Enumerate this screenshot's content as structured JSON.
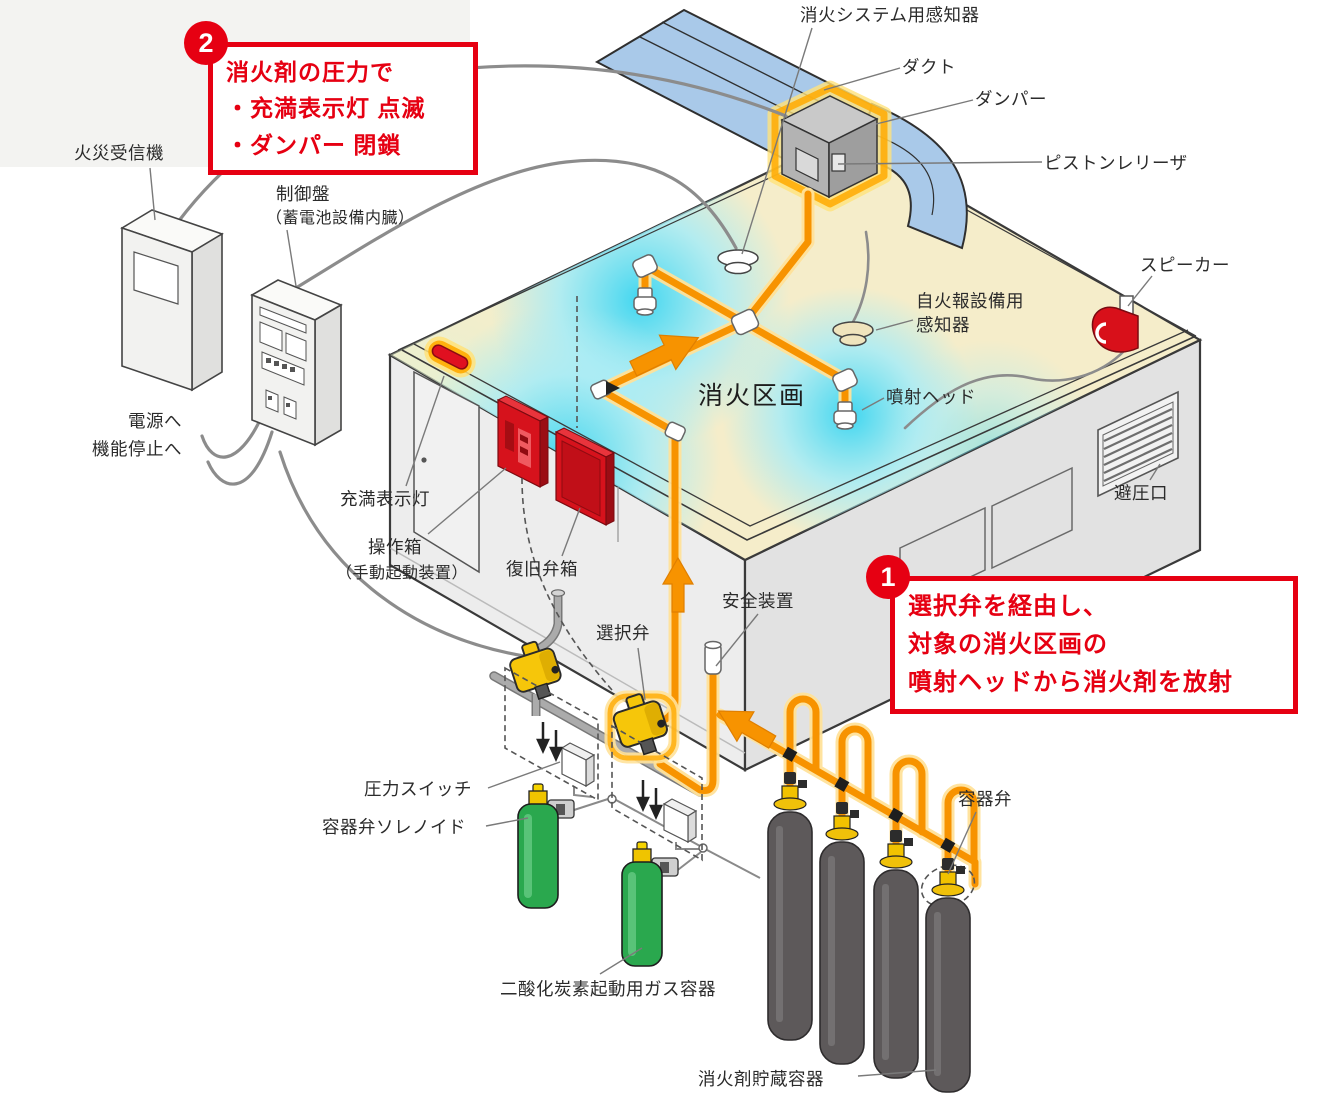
{
  "colors": {
    "red": "#e60012",
    "pipe_orange": "#f79300",
    "pipe_glow": "#ffe29a",
    "duct_blue": "#a9c9e9",
    "cylinder_green": "#2aa84e",
    "cylinder_gray": "#5d595a",
    "valve_yellow": "#f6c60a",
    "ceiling_beige": "#f5edca",
    "discharge_cyan": "#40d6f0"
  },
  "callouts": [
    {
      "number": "1",
      "lines": [
        "選択弁を経由し、",
        "対象の消火区画の",
        "噴射ヘッドから消火剤を放射"
      ]
    },
    {
      "number": "2",
      "lines": [
        "消火剤の圧力で",
        "・充満表示灯 点滅",
        "・ダンパー 閉鎖"
      ]
    }
  ],
  "labels": {
    "system_detector": "消火システム用感知器",
    "duct": "ダクト",
    "damper": "ダンパー",
    "piston_releaser": "ピストンレリーザ",
    "fire_receiver": "火災受信機",
    "control_panel_line1": "制御盤",
    "control_panel_line2": "（蓄電池設備内臓）",
    "to_power": "電源へ",
    "to_function_stop": "機能停止へ",
    "full_indicator": "充満表示灯",
    "operation_box_line1": "操作箱",
    "operation_box_line2": "（手動起動装置）",
    "recovery_valve_box": "復旧弁箱",
    "selector_valve": "選択弁",
    "safety_device": "安全装置",
    "fire_zone": "消火区画",
    "auto_alarm_detector_line1": "自火報設備用",
    "auto_alarm_detector_line2": "感知器",
    "injection_head": "噴射ヘッド",
    "speaker": "スピーカー",
    "pressure_relief": "避圧口",
    "pressure_switch": "圧力スイッチ",
    "container_valve_solenoid": "容器弁ソレノイド",
    "co2_starter_container": "二酸化炭素起動用ガス容器",
    "agent_storage_container": "消火剤貯蔵容器",
    "container_valve": "容器弁"
  }
}
